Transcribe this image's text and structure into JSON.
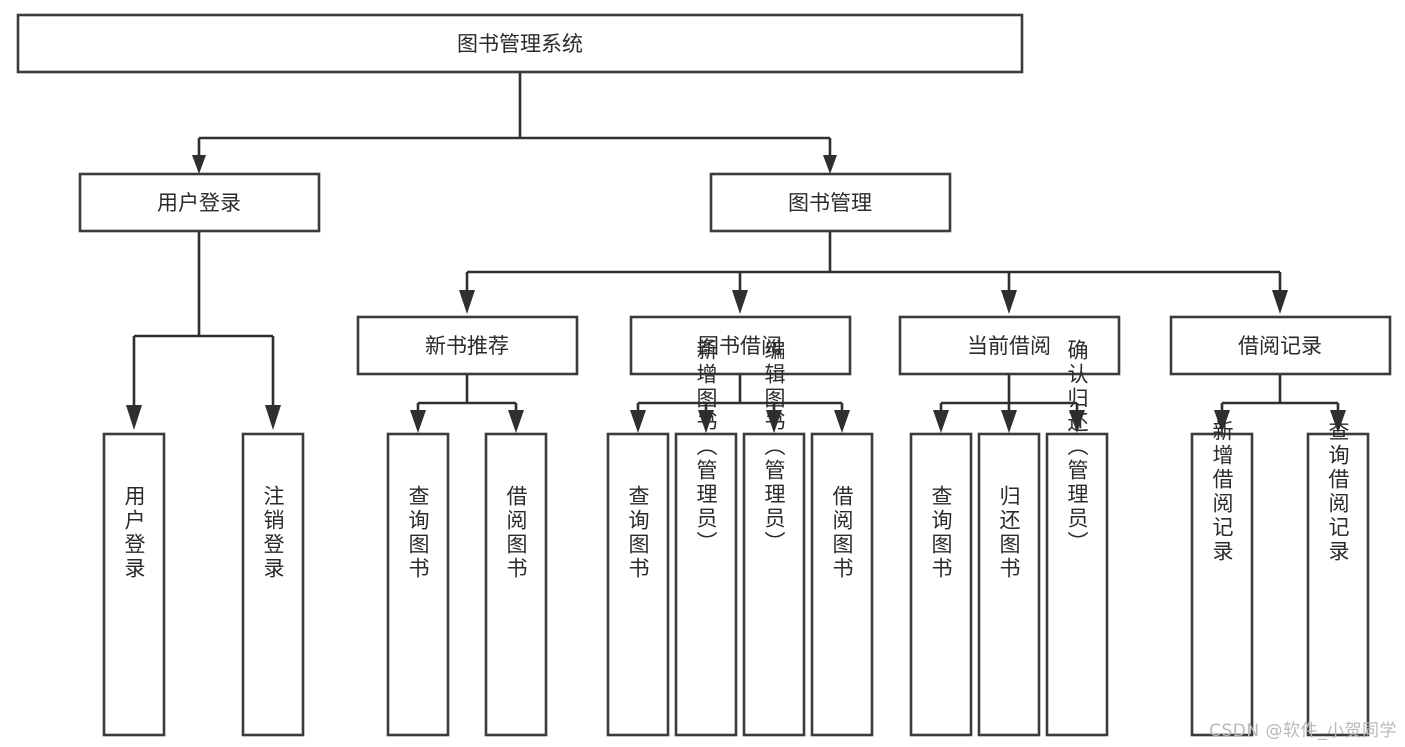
{
  "diagram": {
    "type": "tree-hierarchy",
    "title": "图书管理系统",
    "watermark": "CSDN @软件_小贺同学",
    "colors": {
      "box_stroke": "#3b3b3b",
      "box_fill": "#ffffff",
      "connector": "#2f2f2f",
      "text": "#2b2b2b",
      "watermark": "#b9b9b9",
      "background": "#ffffff"
    },
    "levels": {
      "level1": [
        {
          "id": "root",
          "label": "图书管理系统",
          "orientation": "horizontal"
        }
      ],
      "level2": [
        {
          "id": "login",
          "label": "用户登录",
          "orientation": "horizontal"
        },
        {
          "id": "bookmgmt",
          "label": "图书管理",
          "orientation": "horizontal"
        }
      ],
      "level3": [
        {
          "id": "newbook",
          "label": "新书推荐",
          "orientation": "horizontal"
        },
        {
          "id": "borrow",
          "label": "图书借阅",
          "orientation": "horizontal"
        },
        {
          "id": "current",
          "label": "当前借阅",
          "orientation": "horizontal"
        },
        {
          "id": "records",
          "label": "借阅记录",
          "orientation": "horizontal"
        }
      ],
      "level4": [
        {
          "id": "leaf-user-login",
          "label": "用户登录",
          "orientation": "vertical",
          "parent": "login"
        },
        {
          "id": "leaf-user-logout",
          "label": "注销登录",
          "orientation": "vertical",
          "parent": "login"
        },
        {
          "id": "leaf-query-book-1",
          "label": "查询图书",
          "orientation": "vertical",
          "parent": "newbook"
        },
        {
          "id": "leaf-borrow-book-1",
          "label": "借阅图书",
          "orientation": "vertical",
          "parent": "newbook"
        },
        {
          "id": "leaf-query-book-2",
          "label": "查询图书",
          "orientation": "vertical",
          "parent": "borrow"
        },
        {
          "id": "leaf-add-book",
          "label": "新增图书（管理员）",
          "orientation": "vertical",
          "parent": "borrow"
        },
        {
          "id": "leaf-edit-book",
          "label": "编辑图书（管理员）",
          "orientation": "vertical",
          "parent": "borrow"
        },
        {
          "id": "leaf-borrow-book-2",
          "label": "借阅图书",
          "orientation": "vertical",
          "parent": "borrow"
        },
        {
          "id": "leaf-query-book-3",
          "label": "查询图书",
          "orientation": "vertical",
          "parent": "current"
        },
        {
          "id": "leaf-return-book",
          "label": "归还图书",
          "orientation": "vertical",
          "parent": "current"
        },
        {
          "id": "leaf-confirm-return",
          "label": "确认归还（管理员）",
          "orientation": "vertical",
          "parent": "current"
        },
        {
          "id": "leaf-add-record",
          "label": "新增借阅记录",
          "orientation": "vertical",
          "parent": "records"
        },
        {
          "id": "leaf-query-record",
          "label": "查询借阅记录",
          "orientation": "vertical",
          "parent": "records"
        }
      ]
    }
  }
}
